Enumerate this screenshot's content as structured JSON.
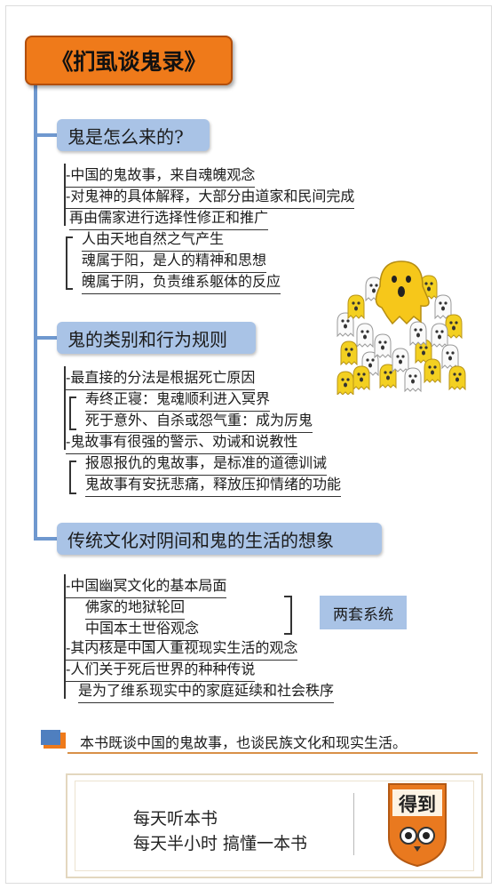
{
  "title": "《扪虱谈鬼录》",
  "sections": [
    {
      "heading": "鬼是怎么来的?",
      "lines": [
        "-中国的鬼故事，来自魂魄观念",
        "-对鬼神的具体解释，大部分由道家和民间完成",
        "再由儒家进行选择性修正和推广",
        "人由天地自然之气产生",
        "魂属于阳，是人的精神和思想",
        "魄属于阴，负责维系躯体的反应"
      ]
    },
    {
      "heading": "鬼的类别和行为规则",
      "lines": [
        "-最直接的分法是根据死亡原因",
        "寿终正寝：鬼魂顺利进入冥界",
        "死于意外、自杀或怨气重：成为厉鬼",
        "-鬼故事有很强的警示、劝诫和说教性",
        "报恩报仇的鬼故事，是标准的道德训诫",
        "鬼故事有安抚悲痛，释放压抑情绪的功能"
      ]
    },
    {
      "heading": "传统文化对阴间和鬼的生活的想象",
      "lines": [
        "-中国幽冥文化的基本局面",
        "佛家的地狱轮回",
        "中国本土世俗观念",
        "-其内核是中国人重视现实生活的观念",
        "-人们关于死后世界的种种传说",
        "是为了维系现实中的家庭延续和社会秩序"
      ],
      "callout": "两套系统"
    }
  ],
  "summary": "本书既谈中国的鬼故事，也谈民族文化和现实生活。",
  "footer": {
    "line1": "每天听本书",
    "line2": "每天半小时 搞懂一本书",
    "logo_text": "得到"
  },
  "colors": {
    "title_bg": "#ef7a1a",
    "section_bg": "#a9c3e6",
    "spine": "#6f98cf",
    "logo_bg": "#e9791f"
  }
}
